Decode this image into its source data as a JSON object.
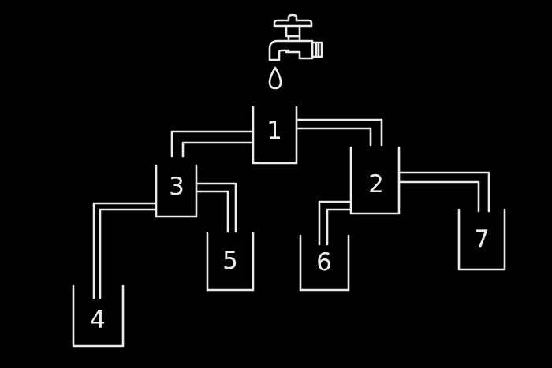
{
  "containers": [
    {
      "name": "container-1",
      "label": "1"
    },
    {
      "name": "container-2",
      "label": "2"
    },
    {
      "name": "container-3",
      "label": "3"
    },
    {
      "name": "container-4",
      "label": "4"
    },
    {
      "name": "container-5",
      "label": "5"
    },
    {
      "name": "container-6",
      "label": "6"
    },
    {
      "name": "container-7",
      "label": "7"
    }
  ],
  "colors": {
    "background": "#000000",
    "line": "#ececec"
  },
  "icons": {
    "tap": "faucet-icon",
    "drop": "water-drop-icon"
  }
}
